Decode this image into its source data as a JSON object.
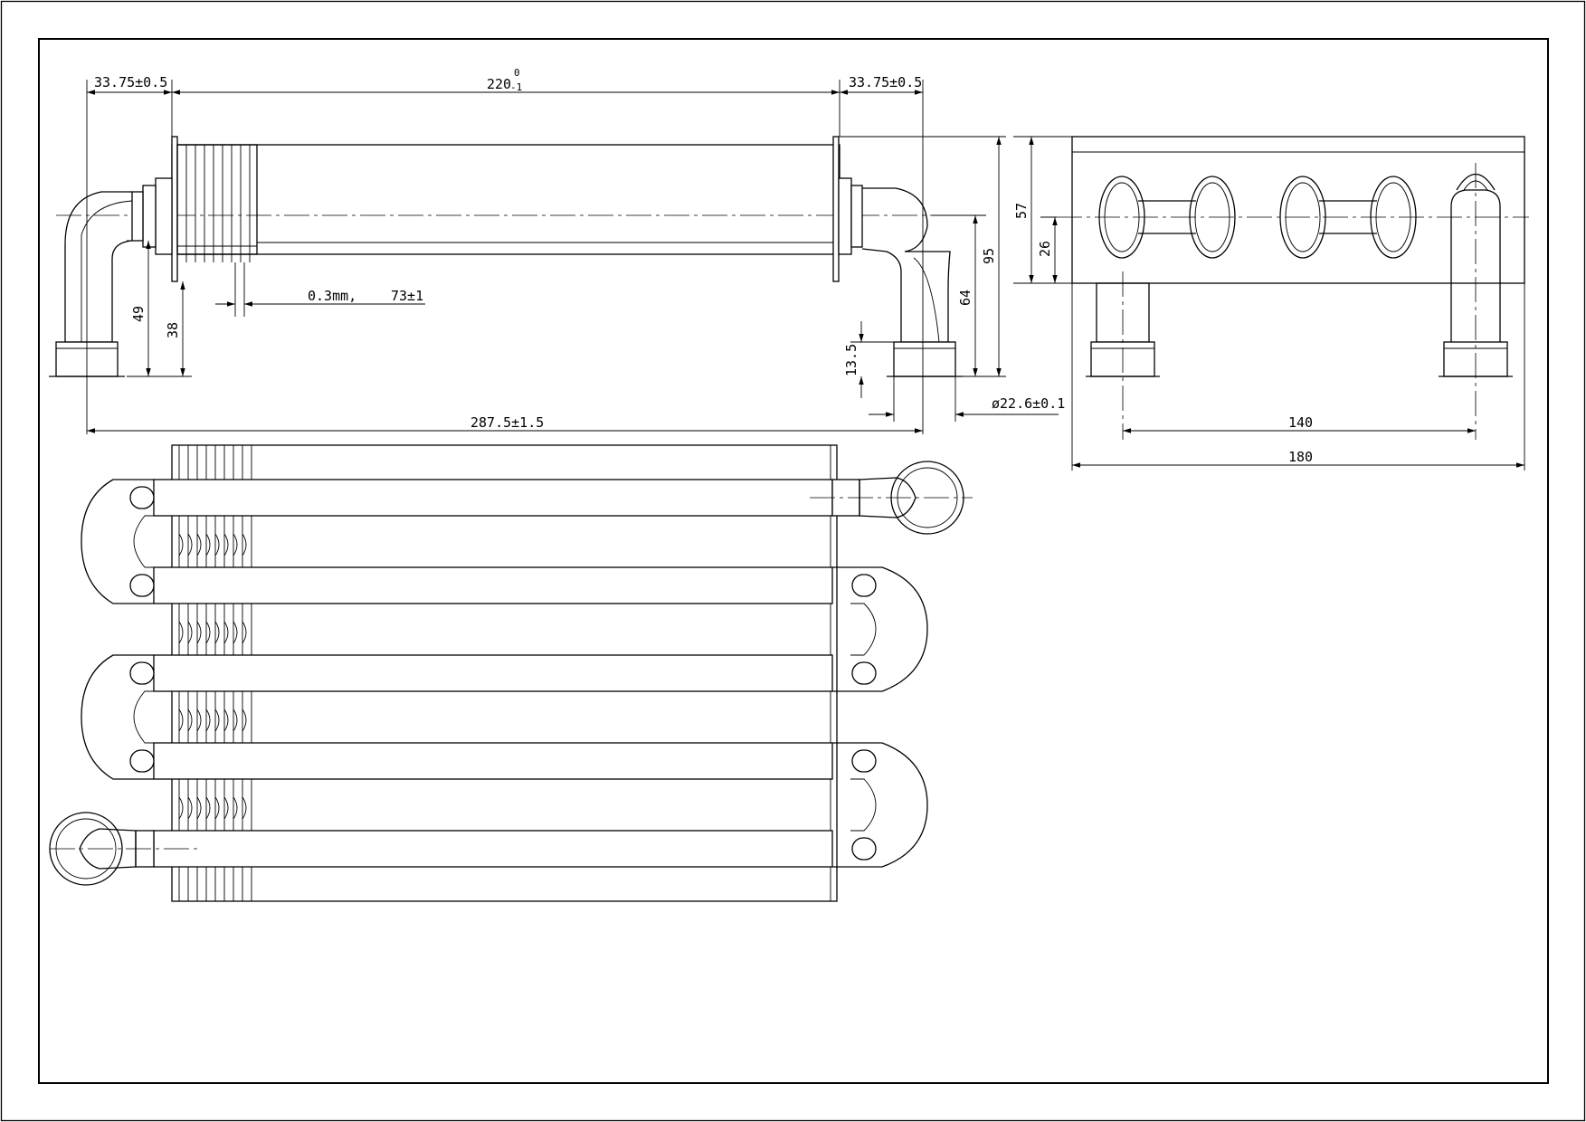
{
  "drawing": {
    "dimensions": {
      "left_stub_length": "33.75±0.5",
      "body_length_base": "220",
      "body_length_tol_upper": "0",
      "body_length_tol_lower": "-1",
      "right_stub_length": "33.75±0.5",
      "fin_thickness": "0.3mm,",
      "fin_span": "73±1",
      "overall_length": "287.5±1.5",
      "left_pipe_height": "49",
      "left_pipe_height_lower": "38",
      "right_pipe_height": "64",
      "total_height": "95",
      "socket_depth": "13.5",
      "socket_diameter": "ø22.6±0.1",
      "side_height": "57",
      "side_center_height": "26",
      "side_port_spacing": "140",
      "side_overall_width": "180"
    }
  }
}
